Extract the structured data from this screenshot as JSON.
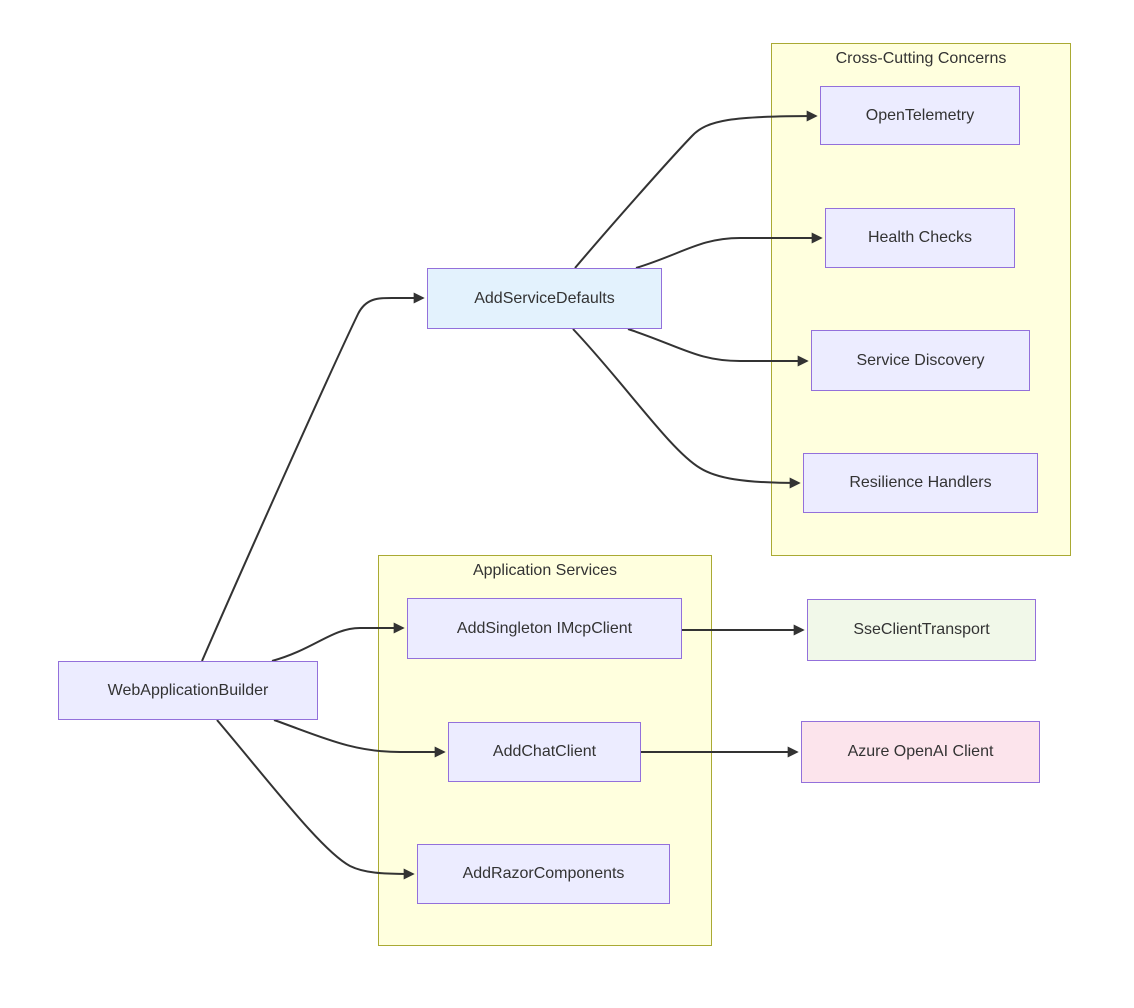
{
  "diagram": {
    "type": "flowchart-left-to-right",
    "clusters": [
      {
        "id": "cross_cutting",
        "label": "Cross-Cutting Concerns"
      },
      {
        "id": "app_services",
        "label": "Application Services"
      }
    ],
    "nodes": {
      "webApplicationBuilder": "WebApplicationBuilder",
      "addServiceDefaults": "AddServiceDefaults",
      "openTelemetry": "OpenTelemetry",
      "healthChecks": "Health Checks",
      "serviceDiscovery": "Service Discovery",
      "resilienceHandlers": "Resilience Handlers",
      "addSingletonIMcpClient": "AddSingleton IMcpClient",
      "addChatClient": "AddChatClient",
      "addRazorComponents": "AddRazorComponents",
      "sseClientTransport": "SseClientTransport",
      "azureOpenAIClient": "Azure OpenAI Client"
    },
    "edges": [
      {
        "from": "WebApplicationBuilder",
        "to": "AddServiceDefaults"
      },
      {
        "from": "WebApplicationBuilder",
        "to": "AddSingleton IMcpClient"
      },
      {
        "from": "WebApplicationBuilder",
        "to": "AddChatClient"
      },
      {
        "from": "WebApplicationBuilder",
        "to": "AddRazorComponents"
      },
      {
        "from": "AddServiceDefaults",
        "to": "OpenTelemetry"
      },
      {
        "from": "AddServiceDefaults",
        "to": "Health Checks"
      },
      {
        "from": "AddServiceDefaults",
        "to": "Service Discovery"
      },
      {
        "from": "AddServiceDefaults",
        "to": "Resilience Handlers"
      },
      {
        "from": "AddSingleton IMcpClient",
        "to": "SseClientTransport"
      },
      {
        "from": "AddChatClient",
        "to": "Azure OpenAI Client"
      }
    ],
    "colors": {
      "node_fill_default": "#ECECFF",
      "node_border": "#9370DB",
      "service_defaults_fill": "#E3F2FD",
      "sse_transport_fill": "#F1F8E9",
      "azure_client_fill": "#FCE4EC",
      "cluster_fill": "#FFFFDE",
      "cluster_border": "#AAAA33",
      "edge_stroke": "#333333",
      "text": "#333333",
      "background": "#FFFFFF"
    }
  }
}
